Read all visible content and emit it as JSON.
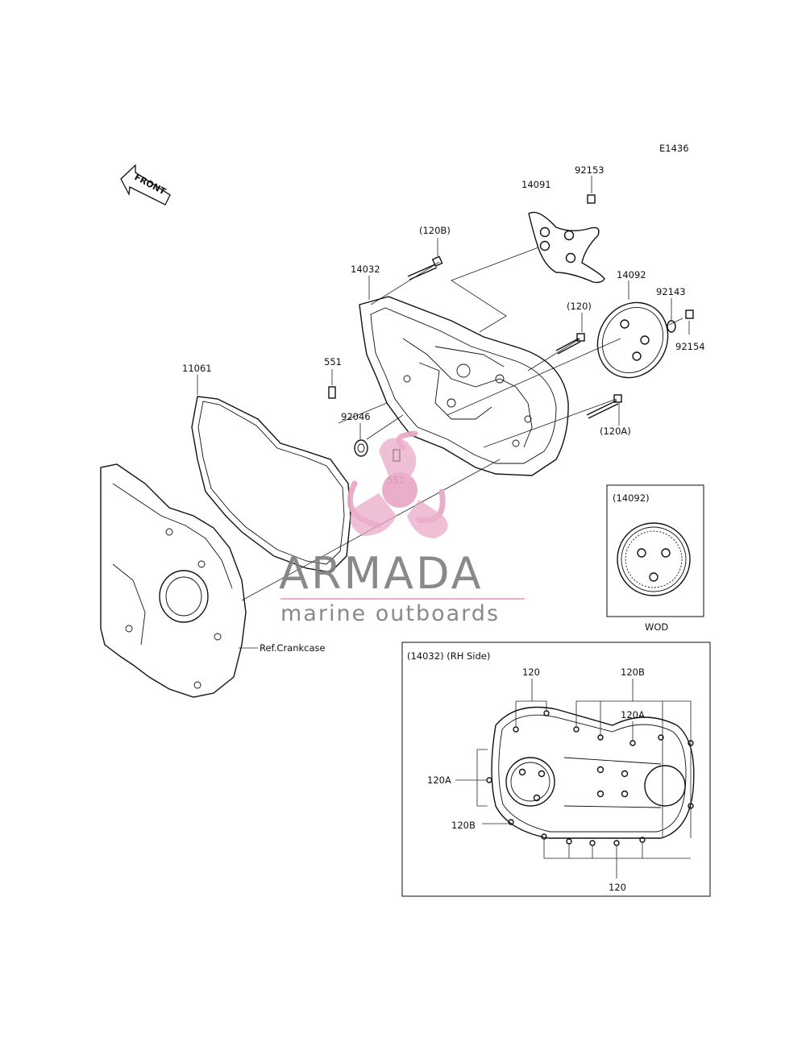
{
  "diagram": {
    "code": "E1436",
    "front_label": "FRONT",
    "labels": {
      "p92153": "92153",
      "p14091": "14091",
      "p120B": "(120B)",
      "p14032": "14032",
      "p14092": "14092",
      "p92143": "92143",
      "p92154": "92154",
      "p120": "(120)",
      "p551a": "551",
      "p11061": "11061",
      "p92046": "92046",
      "p120A": "(120A)",
      "p551b": "551",
      "ref_crankcase": "Ref.Crankcase"
    },
    "inset_wod": {
      "title": "(14092)",
      "caption": "WOD"
    },
    "inset_rh": {
      "title": "(14032)  (RH Side)",
      "labels": {
        "top120": "120",
        "top120B": "120B",
        "mid120A": "120A",
        "left120A": "120A",
        "left120B": "120B",
        "bottom120": "120"
      }
    }
  },
  "watermark": {
    "brand": "ARMADA",
    "tagline": "marine outboards",
    "brand_color": "#7d7d7d",
    "logo_color": "#e8a6c6"
  }
}
